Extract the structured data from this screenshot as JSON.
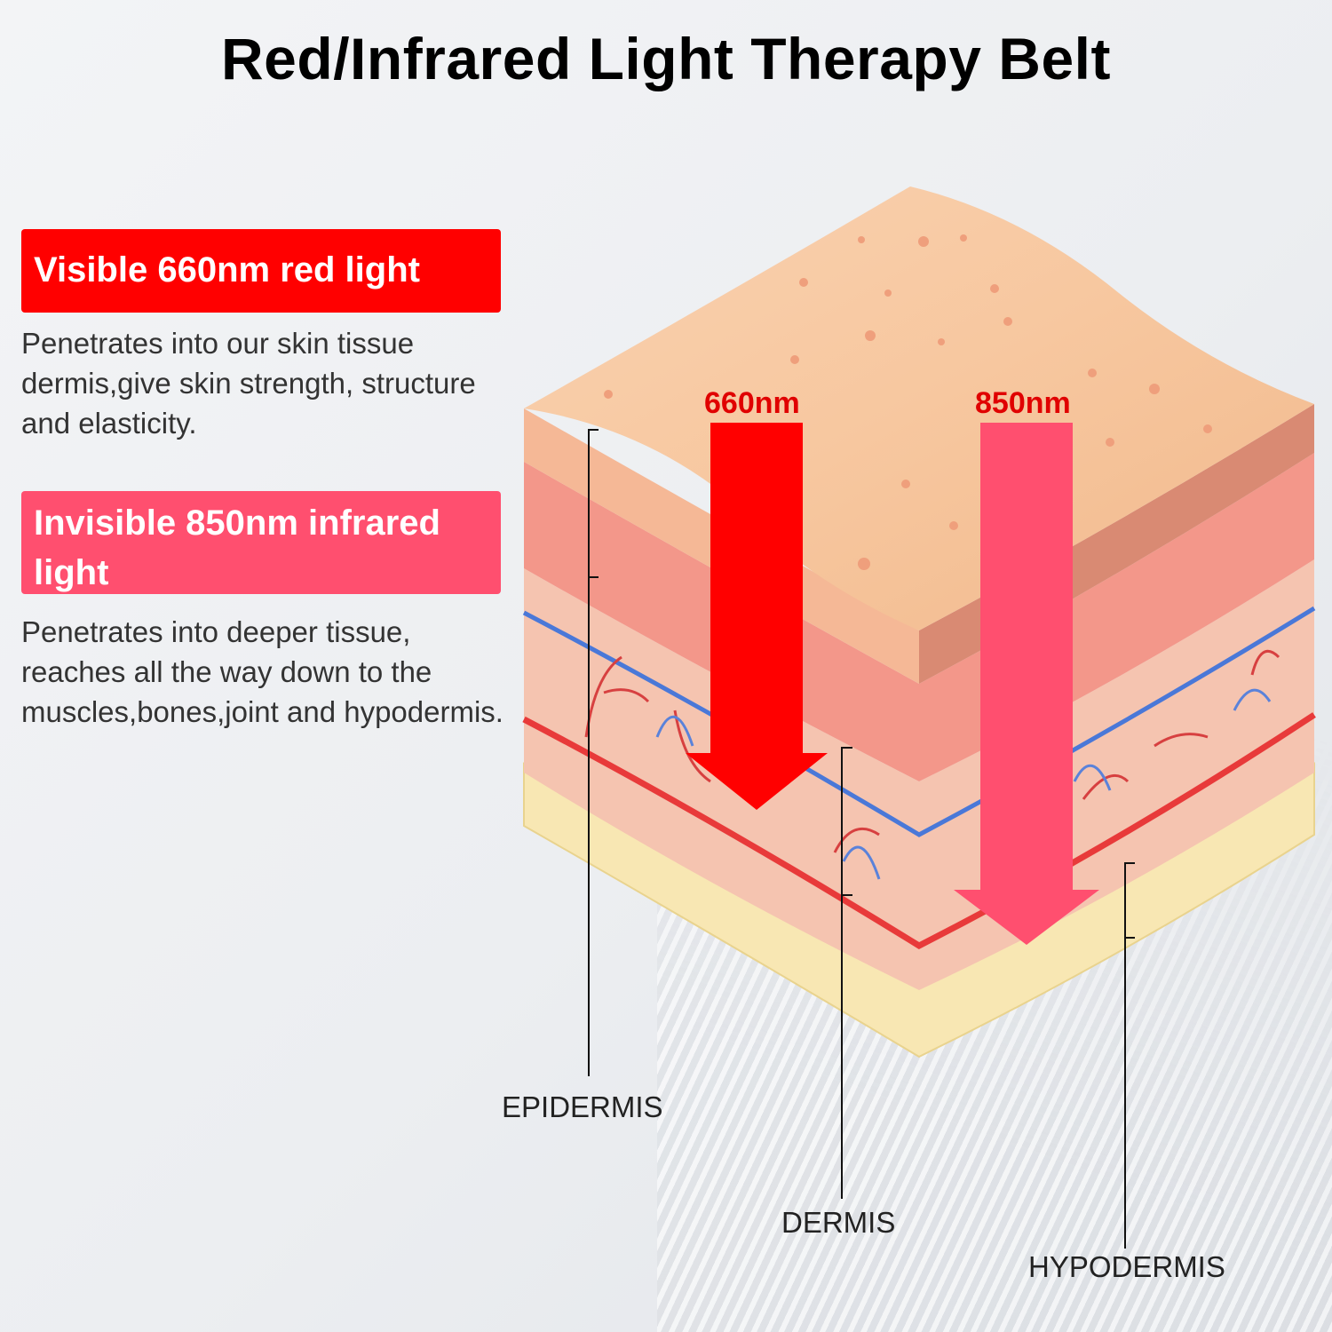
{
  "title": "Red/Infrared Light Therapy Belt",
  "cards": [
    {
      "heading": "Visible 660nm red light",
      "description": "Penetrates into our skin tissue dermis,give skin strength, structure and elasticity.",
      "color": "#ff0000"
    },
    {
      "heading": "Invisible 850nm infrared light",
      "description": "Penetrates into deeper tissue, reaches all the way down to the muscles,bones,joint and hypodermis.",
      "color": "#ff4f6f"
    }
  ],
  "arrows": [
    {
      "label": "660nm",
      "color": "#ff0000"
    },
    {
      "label": "850nm",
      "color": "#ff4f6f"
    }
  ],
  "layers": {
    "epidermis": "EPIDERMIS",
    "dermis": "DERMIS",
    "hypodermis": "HYPODERMIS"
  }
}
